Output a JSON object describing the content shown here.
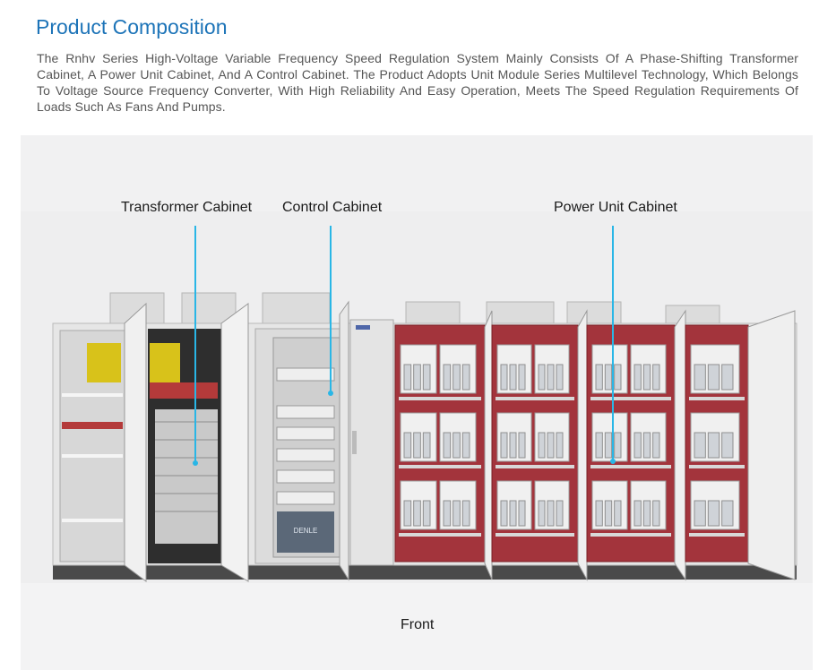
{
  "section": {
    "title": "Product Composition",
    "description": "The Rnhv Series High-Voltage Variable Frequency Speed Regulation System Mainly Consists Of A Phase-Shifting Transformer Cabinet, A Power Unit Cabinet, And A Control Cabinet. The Product Adopts Unit Module Series Multilevel Technology, Which Belongs To Voltage Source Frequency Converter, With High Reliability And Easy Operation, Meets The Speed Regulation Requirements Of Loads Such As Fans And Pumps."
  },
  "figure": {
    "labels": {
      "transformer": "Transformer Cabinet",
      "control": "Control Cabinet",
      "power_unit": "Power Unit Cabinet"
    },
    "caption": "Front",
    "panel_badge": "DENLE",
    "pointer_color": "#29b6e6"
  }
}
